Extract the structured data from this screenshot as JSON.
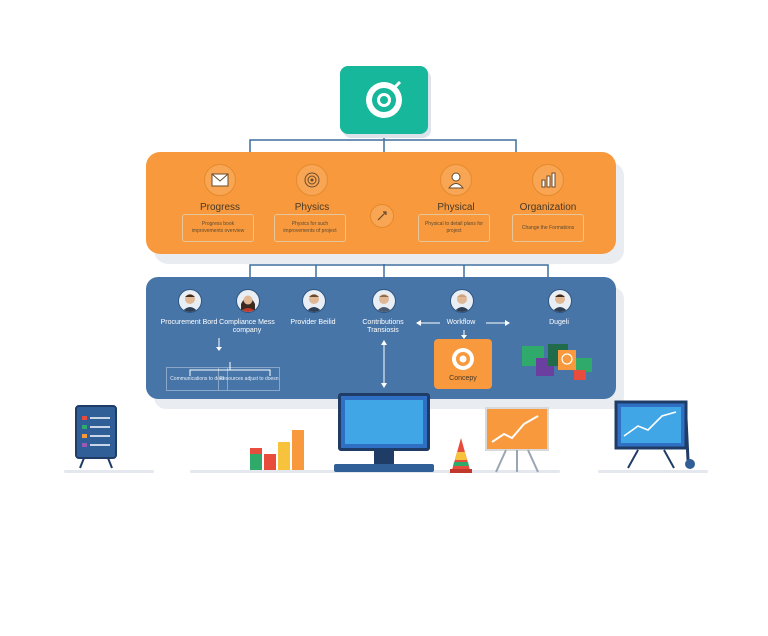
{
  "orange": {
    "columns": [
      {
        "title": "Progress",
        "icon": "envelope-icon",
        "box": "Progress book improvements overview"
      },
      {
        "title": "Physics",
        "icon": "spiral-icon",
        "box": "Physics for such improvements of project"
      },
      {
        "title": "Physical",
        "icon": "person-icon",
        "box": "Physical to detail plans for project"
      },
      {
        "title": "Organization",
        "icon": "bar-chart-icon",
        "box": "Change the Formations"
      }
    ]
  },
  "blue": {
    "people": [
      {
        "label": "Procurement Bord"
      },
      {
        "label": "Compliance Mess company"
      },
      {
        "label": "Provider Beilid"
      },
      {
        "label": "Contributions Transiosis"
      },
      {
        "label": "Workflow"
      },
      {
        "label": "Dugeli"
      }
    ],
    "sub_title": "Transfill",
    "sub_boxes": [
      "Communications to deal",
      "Resources adjust to doesn"
    ],
    "card_label": "Concepy"
  },
  "colors": {
    "teal": "#16b79a",
    "orange": "#f7993c",
    "blue": "#4775a8",
    "navy": "#1f3c66"
  }
}
